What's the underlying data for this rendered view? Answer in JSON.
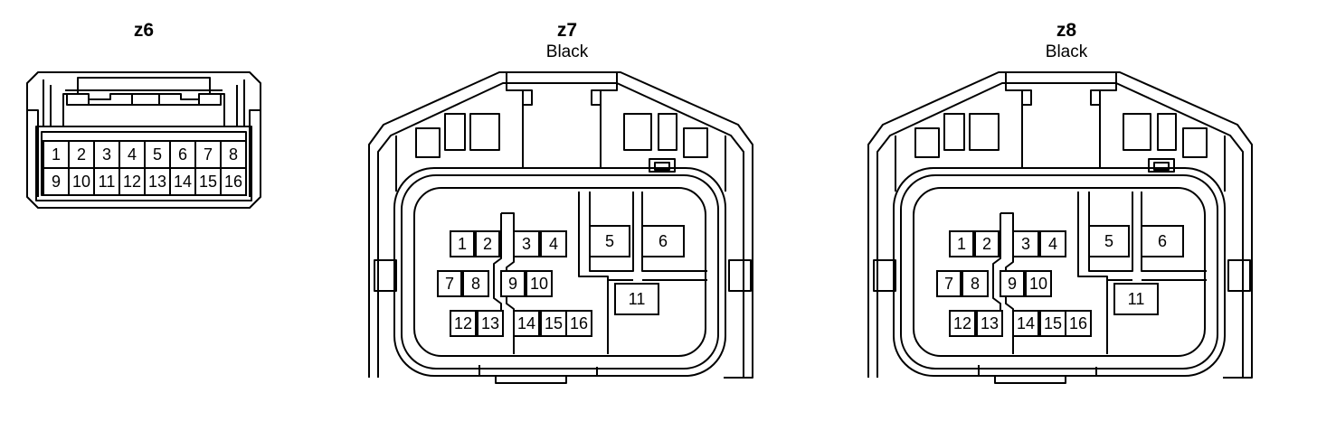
{
  "connectors": [
    {
      "id": "z6",
      "label": "z6",
      "color": "",
      "pins": [
        "1",
        "2",
        "3",
        "4",
        "5",
        "6",
        "7",
        "8",
        "9",
        "10",
        "11",
        "12",
        "13",
        "14",
        "15",
        "16"
      ]
    },
    {
      "id": "z7",
      "label": "z7",
      "color": "Black",
      "pins": [
        "1",
        "2",
        "3",
        "4",
        "5",
        "6",
        "7",
        "8",
        "9",
        "10",
        "11",
        "12",
        "13",
        "14",
        "15",
        "16"
      ]
    },
    {
      "id": "z8",
      "label": "z8",
      "color": "Black",
      "pins": [
        "1",
        "2",
        "3",
        "4",
        "5",
        "6",
        "7",
        "8",
        "9",
        "10",
        "11",
        "12",
        "13",
        "14",
        "15",
        "16"
      ]
    }
  ]
}
